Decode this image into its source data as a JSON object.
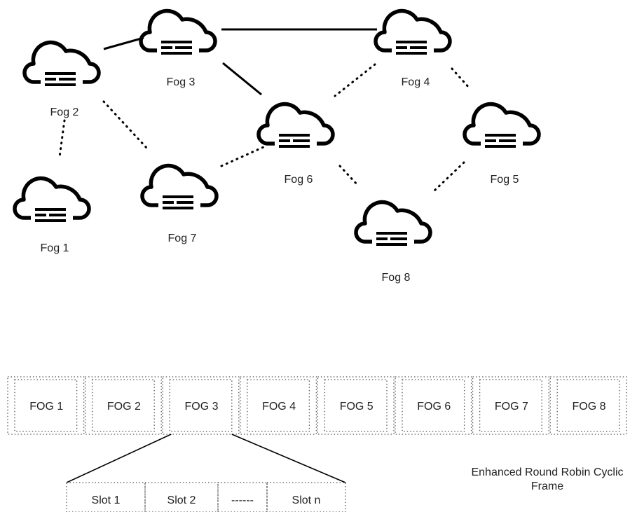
{
  "nodes": [
    {
      "id": "fog2",
      "label": "Fog 2"
    },
    {
      "id": "fog3",
      "label": "Fog 3"
    },
    {
      "id": "fog4",
      "label": "Fog 4"
    },
    {
      "id": "fog6",
      "label": "Fog 6"
    },
    {
      "id": "fog5",
      "label": "Fog 5"
    },
    {
      "id": "fog1",
      "label": "Fog 1"
    },
    {
      "id": "fog7",
      "label": "Fog 7"
    },
    {
      "id": "fog8",
      "label": "Fog 8"
    }
  ],
  "links": [
    {
      "from": "fog2",
      "to": "fog3",
      "style": "solid"
    },
    {
      "from": "fog3",
      "to": "fog4",
      "style": "solid"
    },
    {
      "from": "fog3",
      "to": "fog6",
      "style": "solid"
    },
    {
      "from": "fog2",
      "to": "fog1",
      "style": "dotted"
    },
    {
      "from": "fog2",
      "to": "fog7",
      "style": "dotted"
    },
    {
      "from": "fog7",
      "to": "fog6",
      "style": "dotted"
    },
    {
      "from": "fog4",
      "to": "fog6",
      "style": "dotted"
    },
    {
      "from": "fog4",
      "to": "fog5",
      "style": "dotted"
    },
    {
      "from": "fog6",
      "to": "fog8",
      "style": "dotted"
    },
    {
      "from": "fog8",
      "to": "fog5",
      "style": "dotted"
    }
  ],
  "frame": {
    "cells": [
      "FOG 1",
      "FOG 2",
      "FOG 3",
      "FOG 4",
      "FOG 5",
      "FOG 6",
      "FOG 7",
      "FOG 8"
    ],
    "expanded_cell": "FOG 3"
  },
  "slots": [
    "Slot 1",
    "Slot 2",
    "------",
    "Slot n"
  ],
  "caption": {
    "line1": "Enhanced Round Robin Cyclic",
    "line2": "Frame"
  }
}
